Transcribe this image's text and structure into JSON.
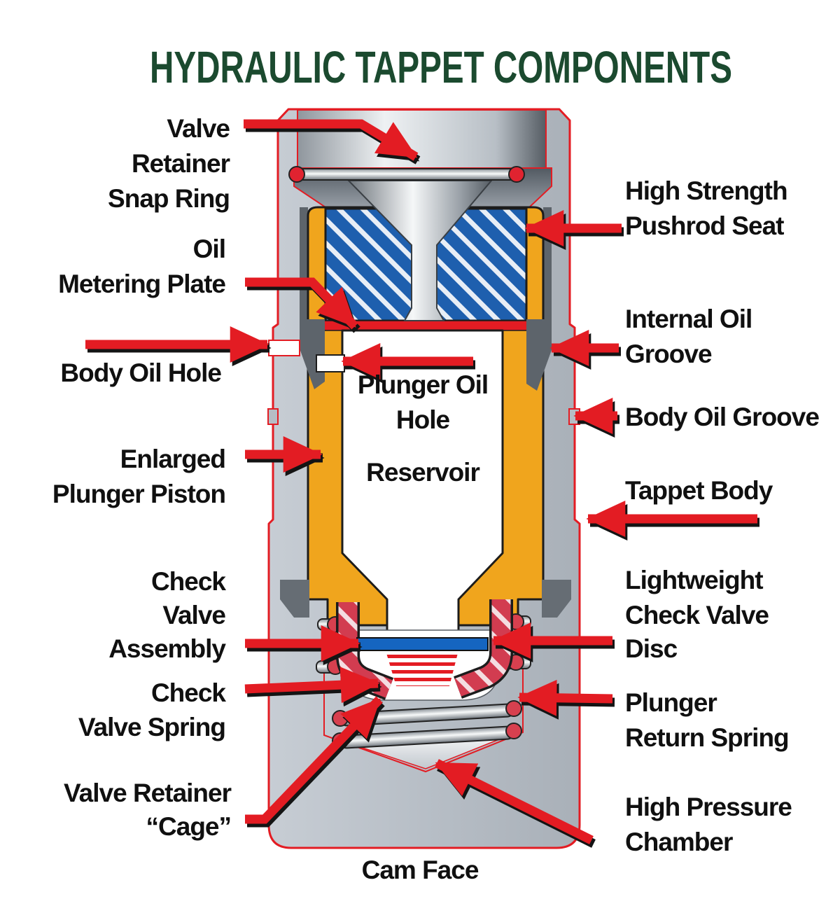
{
  "title": "HYDRAULIC TAPPET COMPONENTS",
  "labels": {
    "snap_ring": [
      "Valve",
      "Retainer",
      "Snap Ring"
    ],
    "oil_metering_plate": [
      "Oil",
      "Metering Plate"
    ],
    "body_oil_hole": "Body Oil Hole",
    "enlarged_plunger_piston": [
      "Enlarged",
      "Plunger Piston"
    ],
    "check_valve_assembly": [
      "Check",
      "Valve",
      "Assembly"
    ],
    "check_valve_spring": [
      "Check",
      "Valve Spring"
    ],
    "valve_retainer_cage": [
      "Valve Retainer",
      "“Cage”"
    ],
    "high_strength_pushrod_seat": [
      "High Strength",
      "Pushrod Seat"
    ],
    "internal_oil_groove": [
      "Internal Oil",
      "Groove"
    ],
    "body_oil_groove": "Body Oil Groove",
    "tappet_body": "Tappet Body",
    "lightweight_check_valve_disc": [
      "Lightweight",
      "Check Valve",
      "Disc"
    ],
    "plunger_return_spring": [
      "Plunger",
      "Return Spring"
    ],
    "high_pressure_chamber": [
      "High Pressure",
      "Chamber"
    ],
    "plunger_oil_hole": [
      "Plunger Oil",
      "Hole"
    ],
    "reservoir": "Reservoir",
    "cam_face": "Cam Face"
  },
  "colors": {
    "title_green": "#1b4a2f",
    "arrow_red": "#e31c23",
    "plunger_orange": "#f0a51d",
    "pushrod_seat_blue": "#1e5fae",
    "check_valve_disc_blue": "#1565c0",
    "cage_red": "#d23c50",
    "body_gray": "#bdc4cb",
    "dark_gray": "#60676e",
    "label_black": "#101010"
  }
}
